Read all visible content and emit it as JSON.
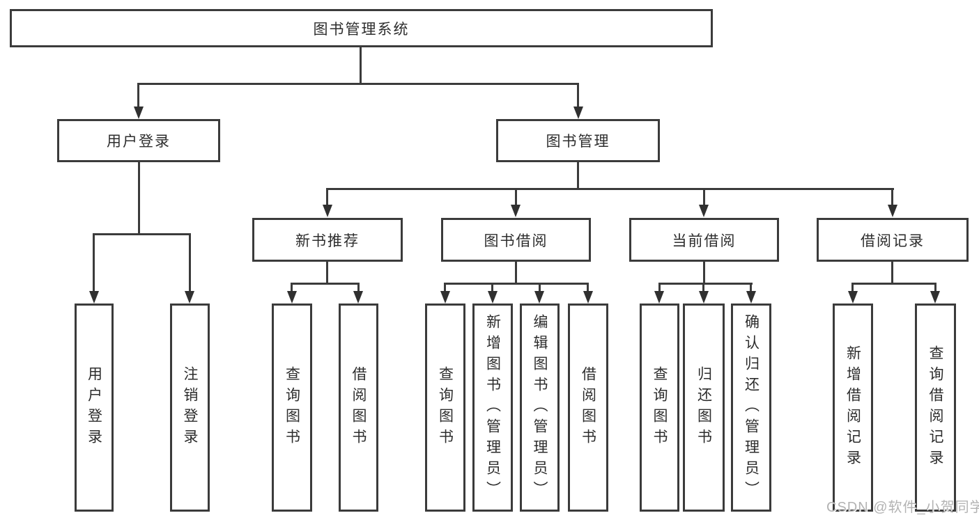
{
  "diagram": {
    "root": {
      "label": "图书管理系统"
    },
    "level2": [
      {
        "label": "用户登录"
      },
      {
        "label": "图书管理"
      }
    ],
    "level3": [
      {
        "label": "新书推荐",
        "parent": "图书管理"
      },
      {
        "label": "图书借阅",
        "parent": "图书管理"
      },
      {
        "label": "当前借阅",
        "parent": "图书管理"
      },
      {
        "label": "借阅记录",
        "parent": "图书管理"
      }
    ],
    "leaves": [
      {
        "label": "用户登录",
        "parent": "用户登录"
      },
      {
        "label": "注销登录",
        "parent": "用户登录"
      },
      {
        "label": "查询图书",
        "parent": "新书推荐"
      },
      {
        "label": "借阅图书",
        "parent": "新书推荐"
      },
      {
        "label": "查询图书",
        "parent": "图书借阅"
      },
      {
        "label": "新增图书（管理员）",
        "parent": "图书借阅"
      },
      {
        "label": "编辑图书（管理员）",
        "parent": "图书借阅"
      },
      {
        "label": "借阅图书",
        "parent": "图书借阅"
      },
      {
        "label": "查询图书",
        "parent": "当前借阅"
      },
      {
        "label": "归还图书",
        "parent": "当前借阅"
      },
      {
        "label": "确认归还（管理员）",
        "parent": "当前借阅"
      },
      {
        "label": "新增借阅记录",
        "parent": "借阅记录"
      },
      {
        "label": "查询借阅记录",
        "parent": "借阅记录"
      }
    ]
  },
  "watermark": {
    "text": "CSDN @软件_小贺同学"
  },
  "colors": {
    "line": "#3b3b3b",
    "arrow": "#303030",
    "text": "#2d2d2d",
    "background": "#ffffff",
    "watermark": "#b3b3b3"
  }
}
